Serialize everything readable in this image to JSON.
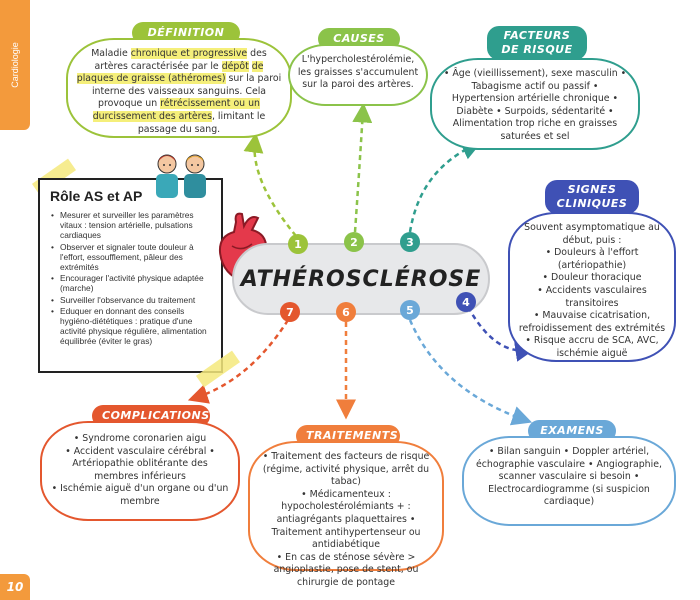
{
  "sidebar": {
    "label": "Cardiologie"
  },
  "page_number": "10",
  "center": {
    "title": "ATHÉROSCLÉROSE"
  },
  "colors": {
    "definition": "#9cc33a",
    "causes": "#8bc34a",
    "facteurs": "#2f9e8e",
    "signes": "#3f51b5",
    "examens": "#6aa8d8",
    "traitements": "#f07e3c",
    "complications": "#e4572e",
    "sidebar": "#f39a3c"
  },
  "nodes": {
    "definition": {
      "number": "1",
      "title": "DÉFINITION",
      "text_1": "Maladie",
      "hl_1": "chronique et progressive",
      "text_2": "des artères caractérisée par le",
      "hl_2": "dépôt",
      "hl_3": "de plaques de graisse (athéromes)",
      "text_3": "sur la paroi interne des vaisseaux sanguins. Cela provoque un",
      "hl_4": "rétrécissement ou un durcissement des artères",
      "text_4": ", limitant le passage du sang."
    },
    "causes": {
      "number": "2",
      "title": "CAUSES",
      "text": "L'hypercholestérolémie, les graisses s'accumulent sur la paroi des artères."
    },
    "facteurs": {
      "number": "3",
      "title_1": "FACTEURS",
      "title_2": "DE RISQUE",
      "text": "• Âge (vieillissement), sexe masculin • Tabagisme actif ou passif • Hypertension artérielle chronique • Diabète • Surpoids, sédentarité • Alimentation trop riche en graisses saturées et sel"
    },
    "signes": {
      "number": "4",
      "title_1": "SIGNES",
      "title_2": "CLINIQUES",
      "items": [
        "Souvent asymptomatique au début, puis :",
        "• Douleurs à l'effort (artériopathie)",
        "• Douleur thoracique",
        "• Accidents vasculaires transitoires",
        "• Mauvaise cicatrisation, refroidissement des extrémités",
        "• Risque accru de SCA, AVC, ischémie aiguë"
      ]
    },
    "examens": {
      "number": "5",
      "title": "EXAMENS",
      "text": "• Bilan sanguin • Doppler artériel, échographie vasculaire • Angiographie, scanner vasculaire si besoin • Electrocardiogramme (si suspicion cardiaque)"
    },
    "traitements": {
      "number": "6",
      "title": "TRAITEMENTS",
      "items": [
        "• Traitement des facteurs de risque (régime, activité physique, arrêt du tabac)",
        "• Médicamenteux : hypocholestérolémiants + : antiagrégants plaquettaires • Traitement antihypertenseur ou antidiabétique",
        "• En cas de sténose sévère > angioplastie, pose de stent, ou chirurgie de pontage"
      ]
    },
    "complications": {
      "number": "7",
      "title": "COMPLICATIONS",
      "items": [
        "• Syndrome coronarien aigu",
        "• Accident vasculaire cérébral • Artériopathie oblitérante des membres inférieurs",
        "• Ischémie aiguë d'un organe ou d'un membre"
      ]
    }
  },
  "role": {
    "title": "Rôle AS et AP",
    "items": [
      "Mesurer et surveiller les paramètres vitaux : tension artérielle, pulsations cardiaques",
      "Observer et signaler toute douleur à l'effort, essoufflement, pâleur des extrémités",
      "Encourager l'activité physique adaptée (marche)",
      "Surveiller l'observance du traitement",
      "Eduquer en donnant des conseils hygiéno-diététiques : pratique d'une activité physique régulière, alimentation équilibrée (éviter le gras)"
    ]
  }
}
